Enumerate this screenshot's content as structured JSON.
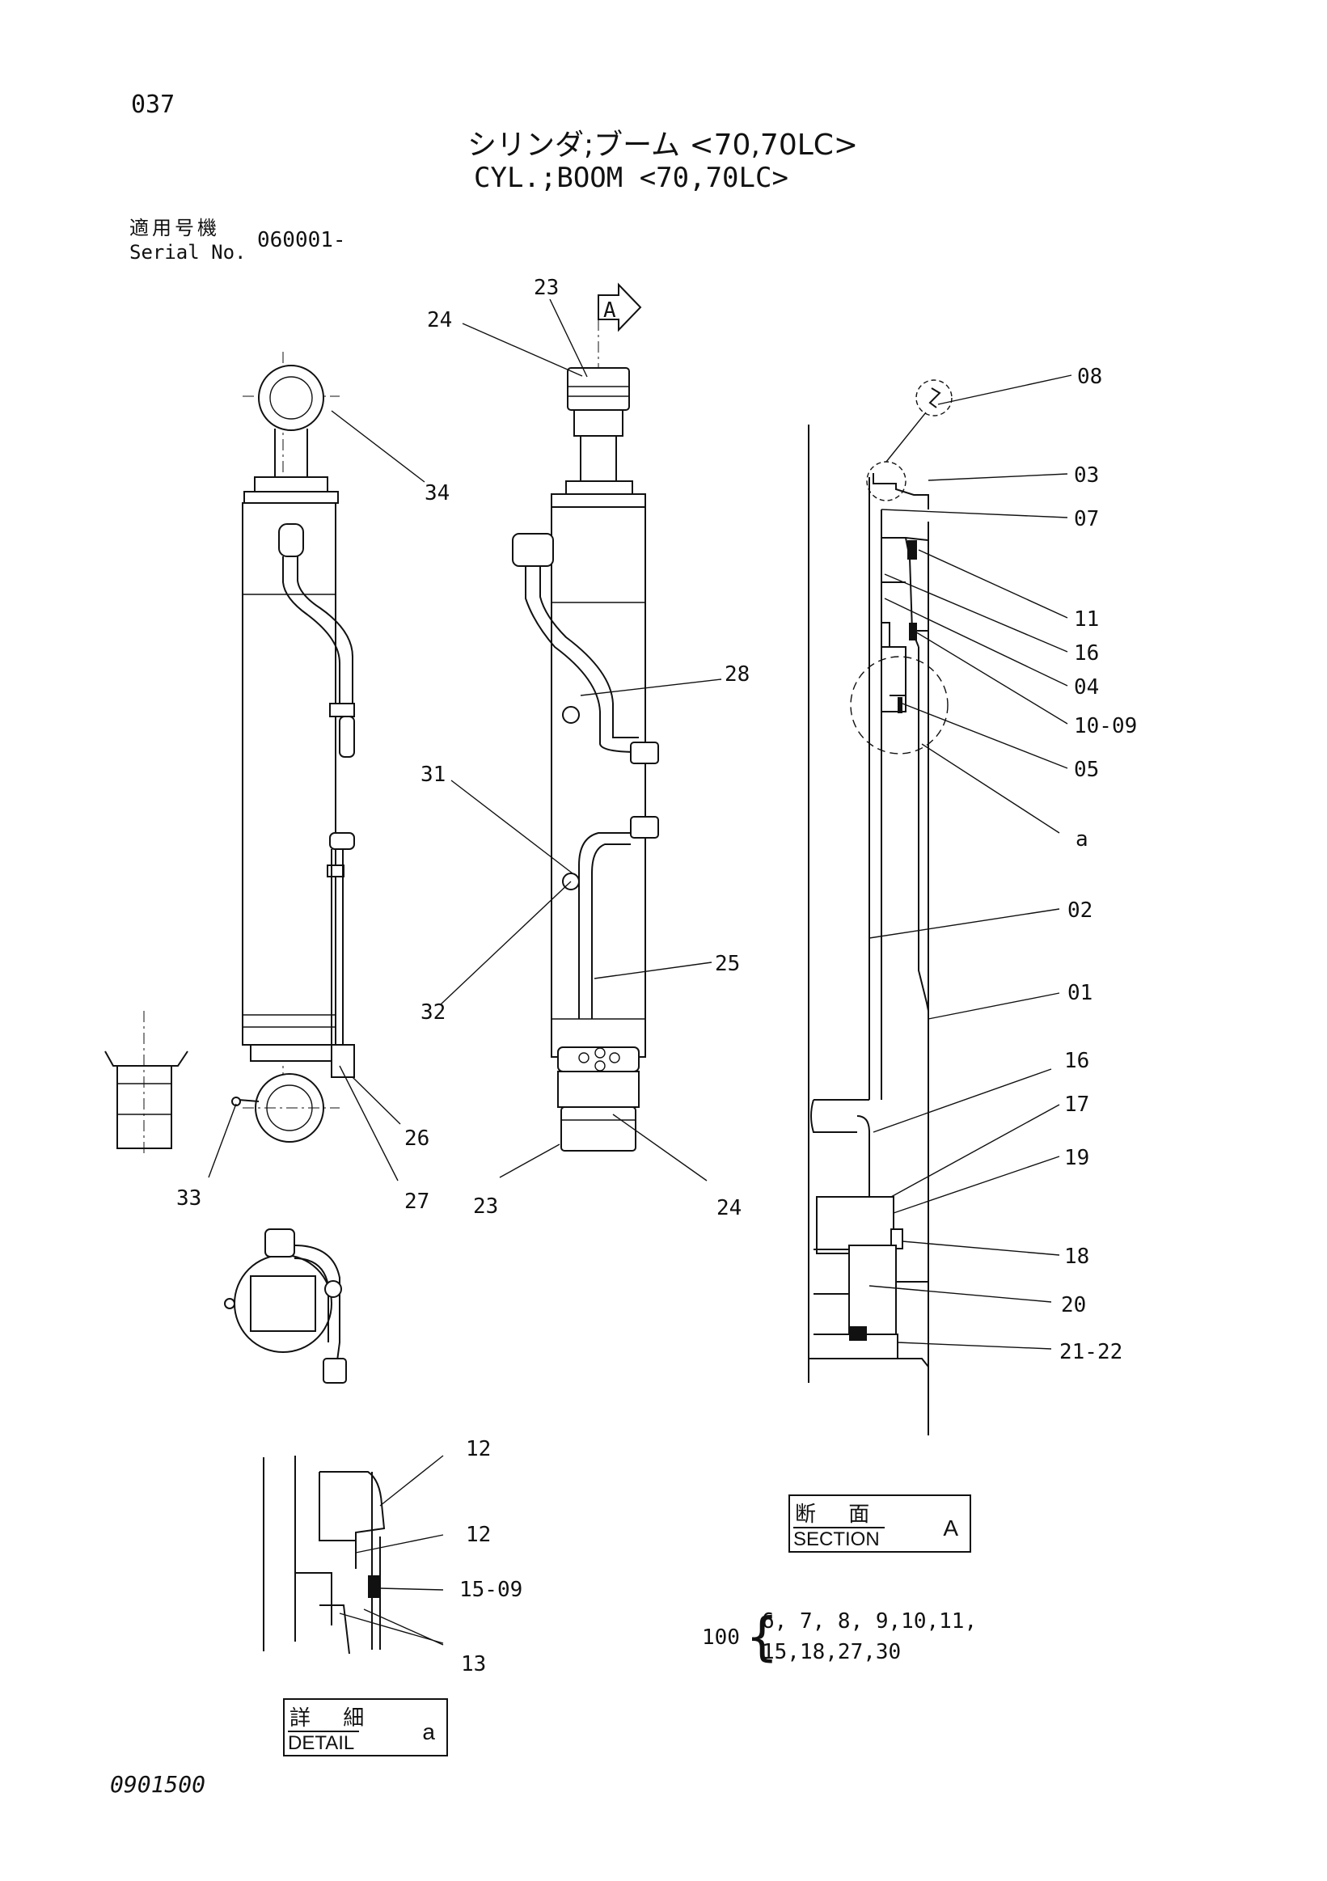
{
  "header": {
    "page_number": "037",
    "title_jp": "シリンダ;ブーム <70,70LC>",
    "title_en": "CYL.;BOOM <70,70LC>",
    "serial_label_jp": "適用号機",
    "serial_label_en": "Serial No.",
    "serial_value": "060001-"
  },
  "callouts": {
    "c_23_top": "23",
    "c_24_top": "24",
    "c_A_arrow": "A",
    "c_34": "34",
    "c_28": "28",
    "c_31": "31",
    "c_32": "32",
    "c_25": "25",
    "c_26": "26",
    "c_27": "27",
    "c_33": "33",
    "c_23_bot": "23",
    "c_24_bot": "24",
    "c_08": "08",
    "c_03": "03",
    "c_07": "07",
    "c_11": "11",
    "c_16a": "16",
    "c_04": "04",
    "c_10_09": "10-09",
    "c_05": "05",
    "c_a": "a",
    "c_02": "02",
    "c_01": "01",
    "c_16b": "16",
    "c_17": "17",
    "c_19": "19",
    "c_18": "18",
    "c_20": "20",
    "c_21_22": "21-22",
    "c_12a": "12",
    "c_12b": "12",
    "c_15_09": "15-09",
    "c_13": "13"
  },
  "section_label": {
    "jp": "断 面",
    "en": "SECTION",
    "letter": "A"
  },
  "detail_label": {
    "jp": "詳 細",
    "en": "DETAIL",
    "letter": "a"
  },
  "kit": {
    "number": "100",
    "line1": "6, 7, 8, 9,10,11,",
    "line2": "15,18,27,30"
  },
  "footer": {
    "doc_code": "0901500"
  }
}
